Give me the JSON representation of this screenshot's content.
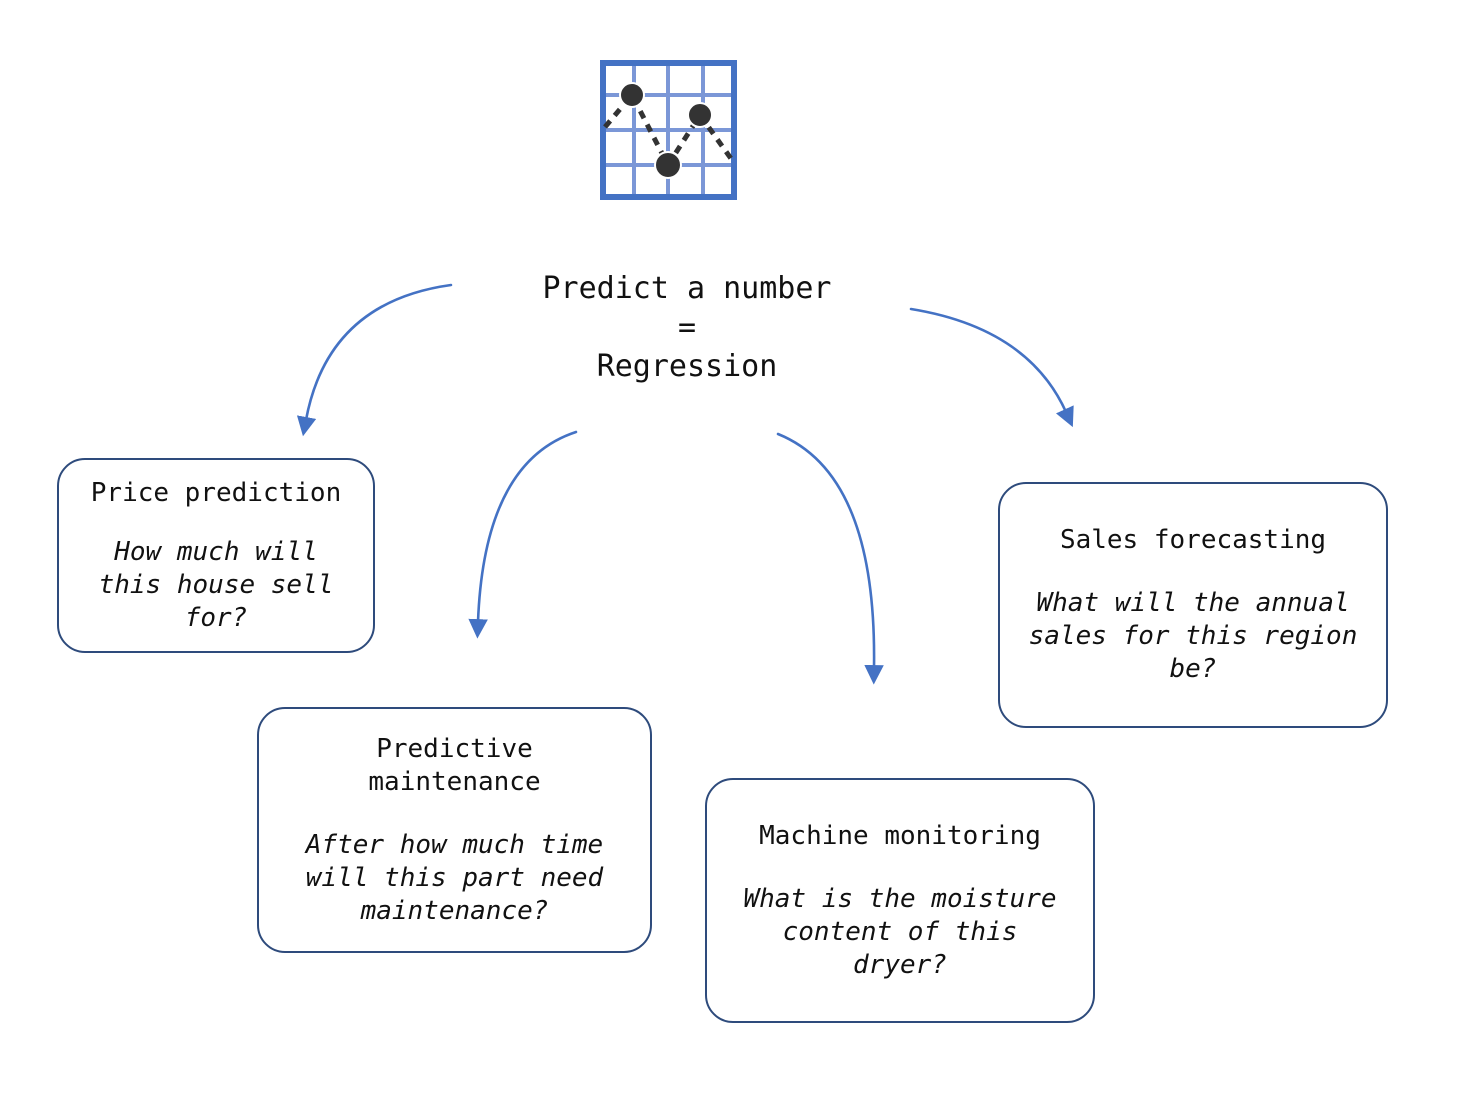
{
  "title": {
    "text": "Predict a number\n=\nRegression"
  },
  "icon": {
    "name": "scatter-line-chart-icon"
  },
  "boxes": [
    {
      "id": "price-prediction",
      "title": "Price prediction",
      "question": "How much will\nthis house sell\nfor?"
    },
    {
      "id": "predictive-maintenance",
      "title": "Predictive\nmaintenance",
      "question": "After how much time\nwill this part need\nmaintenance?"
    },
    {
      "id": "machine-monitoring",
      "title": "Machine monitoring",
      "question": "What is the moisture\ncontent of this\ndryer?"
    },
    {
      "id": "sales-forecasting",
      "title": "Sales forecasting",
      "question": "What will the annual\nsales for this region\nbe?"
    }
  ],
  "colors": {
    "accent": "#4472C4",
    "box-border": "#2E4B7C",
    "text": "#111111",
    "icon-frame": "#4472C4",
    "icon-grid": "#7b97d7",
    "icon-dot": "#333333"
  }
}
